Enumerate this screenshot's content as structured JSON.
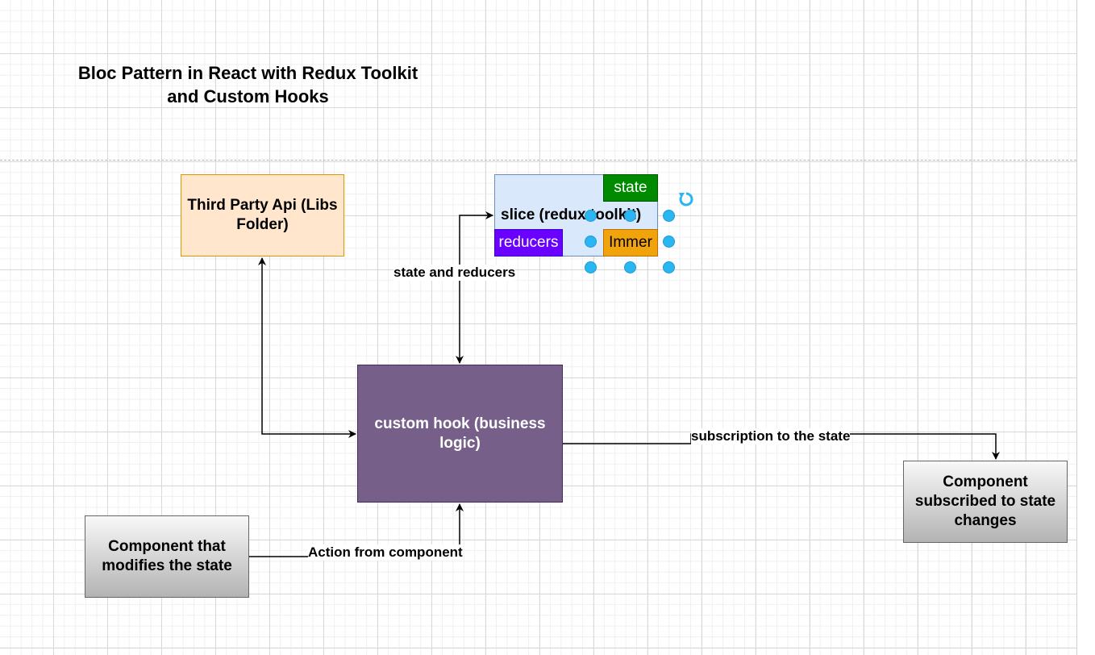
{
  "diagram": {
    "title": "Bloc Pattern in React with Redux Toolkit and Custom Hooks",
    "nodes": {
      "third_party_api": "Third Party Api (Libs Folder)",
      "slice": "slice (redux toolkit)",
      "state": "state",
      "reducers": "reducers",
      "immer": "Immer",
      "custom_hook": "custom hook (business logic)",
      "component_modifies": "Component that modifies the state",
      "component_subscribed": "Component subscribed to state changes"
    },
    "edge_labels": {
      "state_and_reducers": "state and reducers",
      "subscription": "subscription to the state",
      "action": "Action from component"
    }
  },
  "colors": {
    "hook_fill": "#76608a",
    "api_fill": "#ffe6cc",
    "slice_fill": "#dae8fc",
    "state_fill": "#008a00",
    "reducers_fill": "#6a00ff",
    "immer_fill": "#f0a30a",
    "selection_handle": "#29b6f2"
  },
  "icons": {
    "rotate_handle": "rotate-icon"
  }
}
